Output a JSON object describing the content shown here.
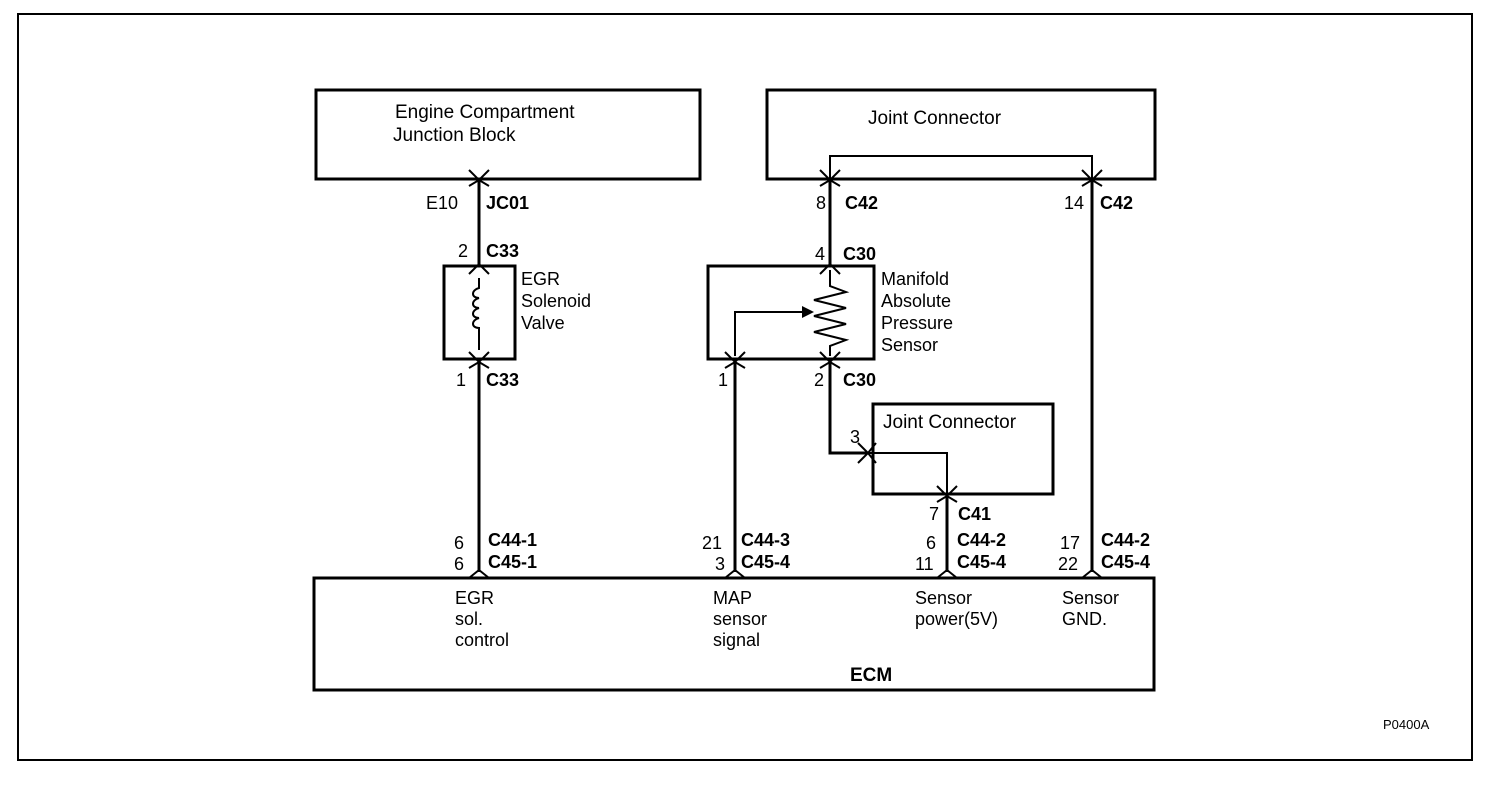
{
  "blocks": {
    "junction_block": {
      "line1": "Engine Compartment",
      "line2": "Junction Block"
    },
    "joint_connector_top": {
      "title": "Joint Connector"
    },
    "joint_connector_small": {
      "title": "Joint Connector"
    },
    "ecm": {
      "title": "ECM"
    }
  },
  "components": {
    "egr_valve": {
      "line1": "EGR",
      "line2": "Solenoid",
      "line3": "Valve"
    },
    "map_sensor": {
      "line1": "Manifold",
      "line2": "Absolute",
      "line3": "Pressure",
      "line4": "Sensor"
    }
  },
  "pins": {
    "e10": "E10",
    "jc01": "JC01",
    "c33_2_pin": "2",
    "c33_2_conn": "C33",
    "c33_1_pin": "1",
    "c33_1_conn": "C33",
    "c42_8_pin": "8",
    "c42_8_conn": "C42",
    "c42_14_pin": "14",
    "c42_14_conn": "C42",
    "c30_4_pin": "4",
    "c30_4_conn": "C30",
    "c30_1_pin": "1",
    "c30_2_pin": "2",
    "c30_2_conn": "C30",
    "jc_small_3_pin": "3",
    "c41_7_pin": "7",
    "c41_7_conn": "C41"
  },
  "ecm_pins": [
    {
      "pin_a": "6",
      "conn_a": "C44-1",
      "pin_b": "6",
      "conn_b": "C45-1",
      "func1": "EGR",
      "func2": "sol.",
      "func3": "control"
    },
    {
      "pin_a": "21",
      "conn_a": "C44-3",
      "pin_b": "3",
      "conn_b": "C45-4",
      "func1": "MAP",
      "func2": "sensor",
      "func3": "signal"
    },
    {
      "pin_a": "6",
      "conn_a": "C44-2",
      "pin_b": "11",
      "conn_b": "C45-4",
      "func1": "Sensor",
      "func2": "power(5V)",
      "func3": ""
    },
    {
      "pin_a": "17",
      "conn_a": "C44-2",
      "pin_b": "22",
      "conn_b": "C45-4",
      "func1": "Sensor",
      "func2": "GND.",
      "func3": ""
    }
  ],
  "figure_id": "P0400A"
}
